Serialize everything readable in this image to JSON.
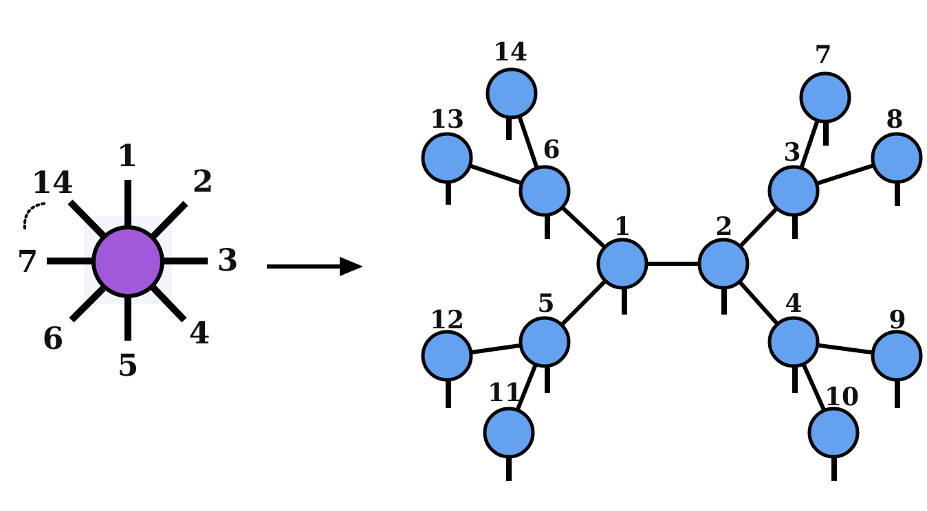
{
  "colors": {
    "tensor_fill": "#a158d9",
    "node_fill": "#64a2f0",
    "stroke": "#000000"
  },
  "left_tensor": {
    "leg_labels": {
      "l1": "1",
      "l2": "2",
      "l3": "3",
      "l4": "4",
      "l5": "5",
      "l6": "6",
      "l7": "7",
      "l14": "14"
    }
  },
  "tree": {
    "node_labels": {
      "n1": "1",
      "n2": "2",
      "n3": "3",
      "n4": "4",
      "n5": "5",
      "n6": "6",
      "n7": "7",
      "n8": "8",
      "n9": "9",
      "n10": "10",
      "n11": "11",
      "n12": "12",
      "n13": "13",
      "n14": "14"
    }
  }
}
